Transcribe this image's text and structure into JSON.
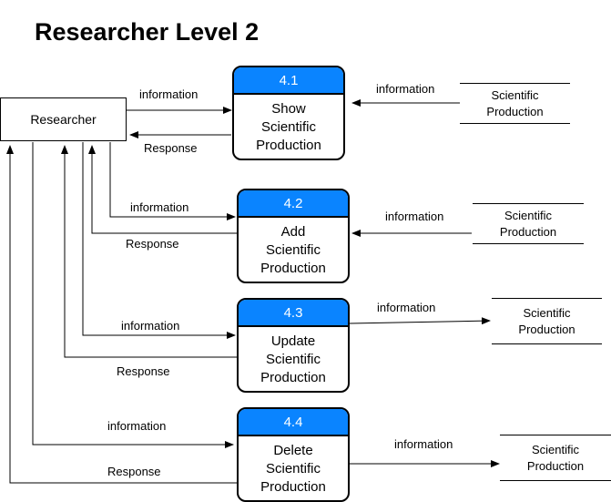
{
  "title": "Researcher Level 2",
  "entity": {
    "label": "Researcher"
  },
  "processes": [
    {
      "id": "4.1",
      "name": "Show\nScientific\nProduction"
    },
    {
      "id": "4.2",
      "name": "Add\nScientific\nProduction"
    },
    {
      "id": "4.3",
      "name": "Update\nScientific\nProduction"
    },
    {
      "id": "4.4",
      "name": "Delete\nScientific\nProduction"
    }
  ],
  "stores": [
    {
      "label": "Scientific\nProduction"
    },
    {
      "label": "Scientific\nProduction"
    },
    {
      "label": "Scientific\nProduction"
    },
    {
      "label": "Scientific\nProduction"
    }
  ],
  "flows": {
    "info_label": "information",
    "response_label": "Response"
  },
  "colors": {
    "process_header": "#0a84ff",
    "line": "#000000"
  }
}
